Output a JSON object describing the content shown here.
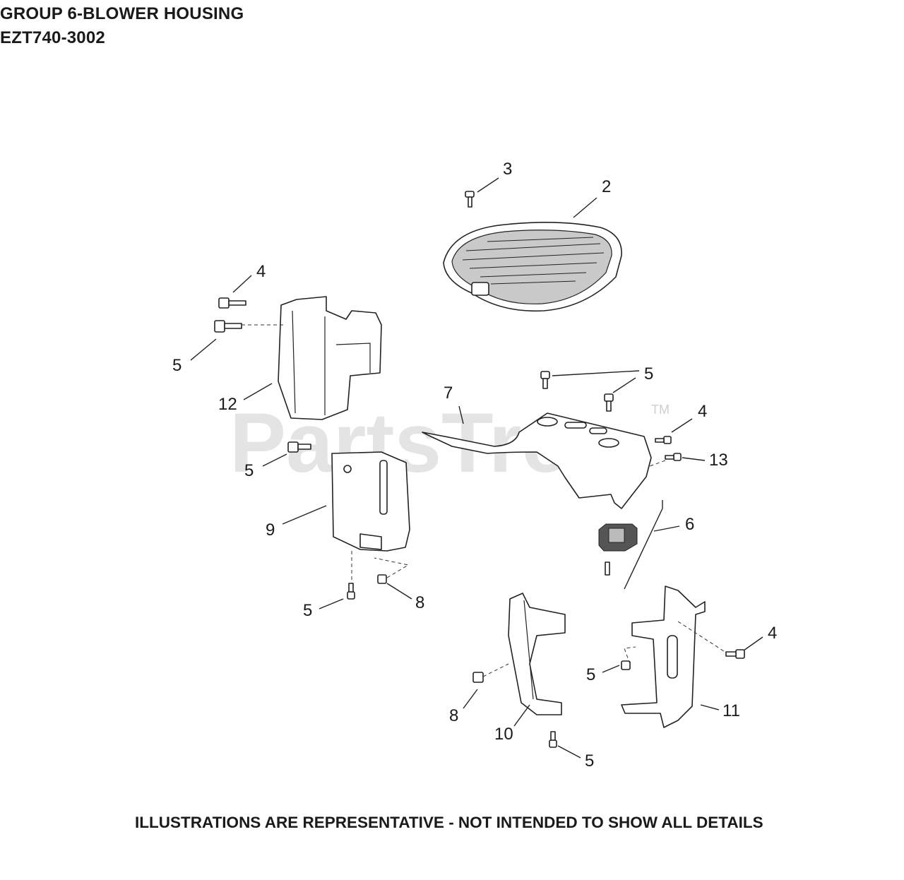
{
  "header": {
    "title": "GROUP 6-BLOWER HOUSING",
    "model": "EZT740-3002"
  },
  "footer": {
    "note": "ILLUSTRATIONS ARE REPRESENTATIVE - NOT INTENDED TO SHOW ALL DETAILS"
  },
  "watermark": {
    "text": "PartsTree",
    "trademark": "TM"
  },
  "callouts": {
    "c1": "3",
    "c2": "2",
    "c3": "4",
    "c4": "5",
    "c5": "12",
    "c6": "5",
    "c7": "7",
    "c8": "4",
    "c9": "13",
    "c10": "5",
    "c11": "9",
    "c12": "6",
    "c13": "5",
    "c14": "8",
    "c15": "4",
    "c16": "5",
    "c17": "8",
    "c18": "10",
    "c19": "11",
    "c20": "5"
  }
}
